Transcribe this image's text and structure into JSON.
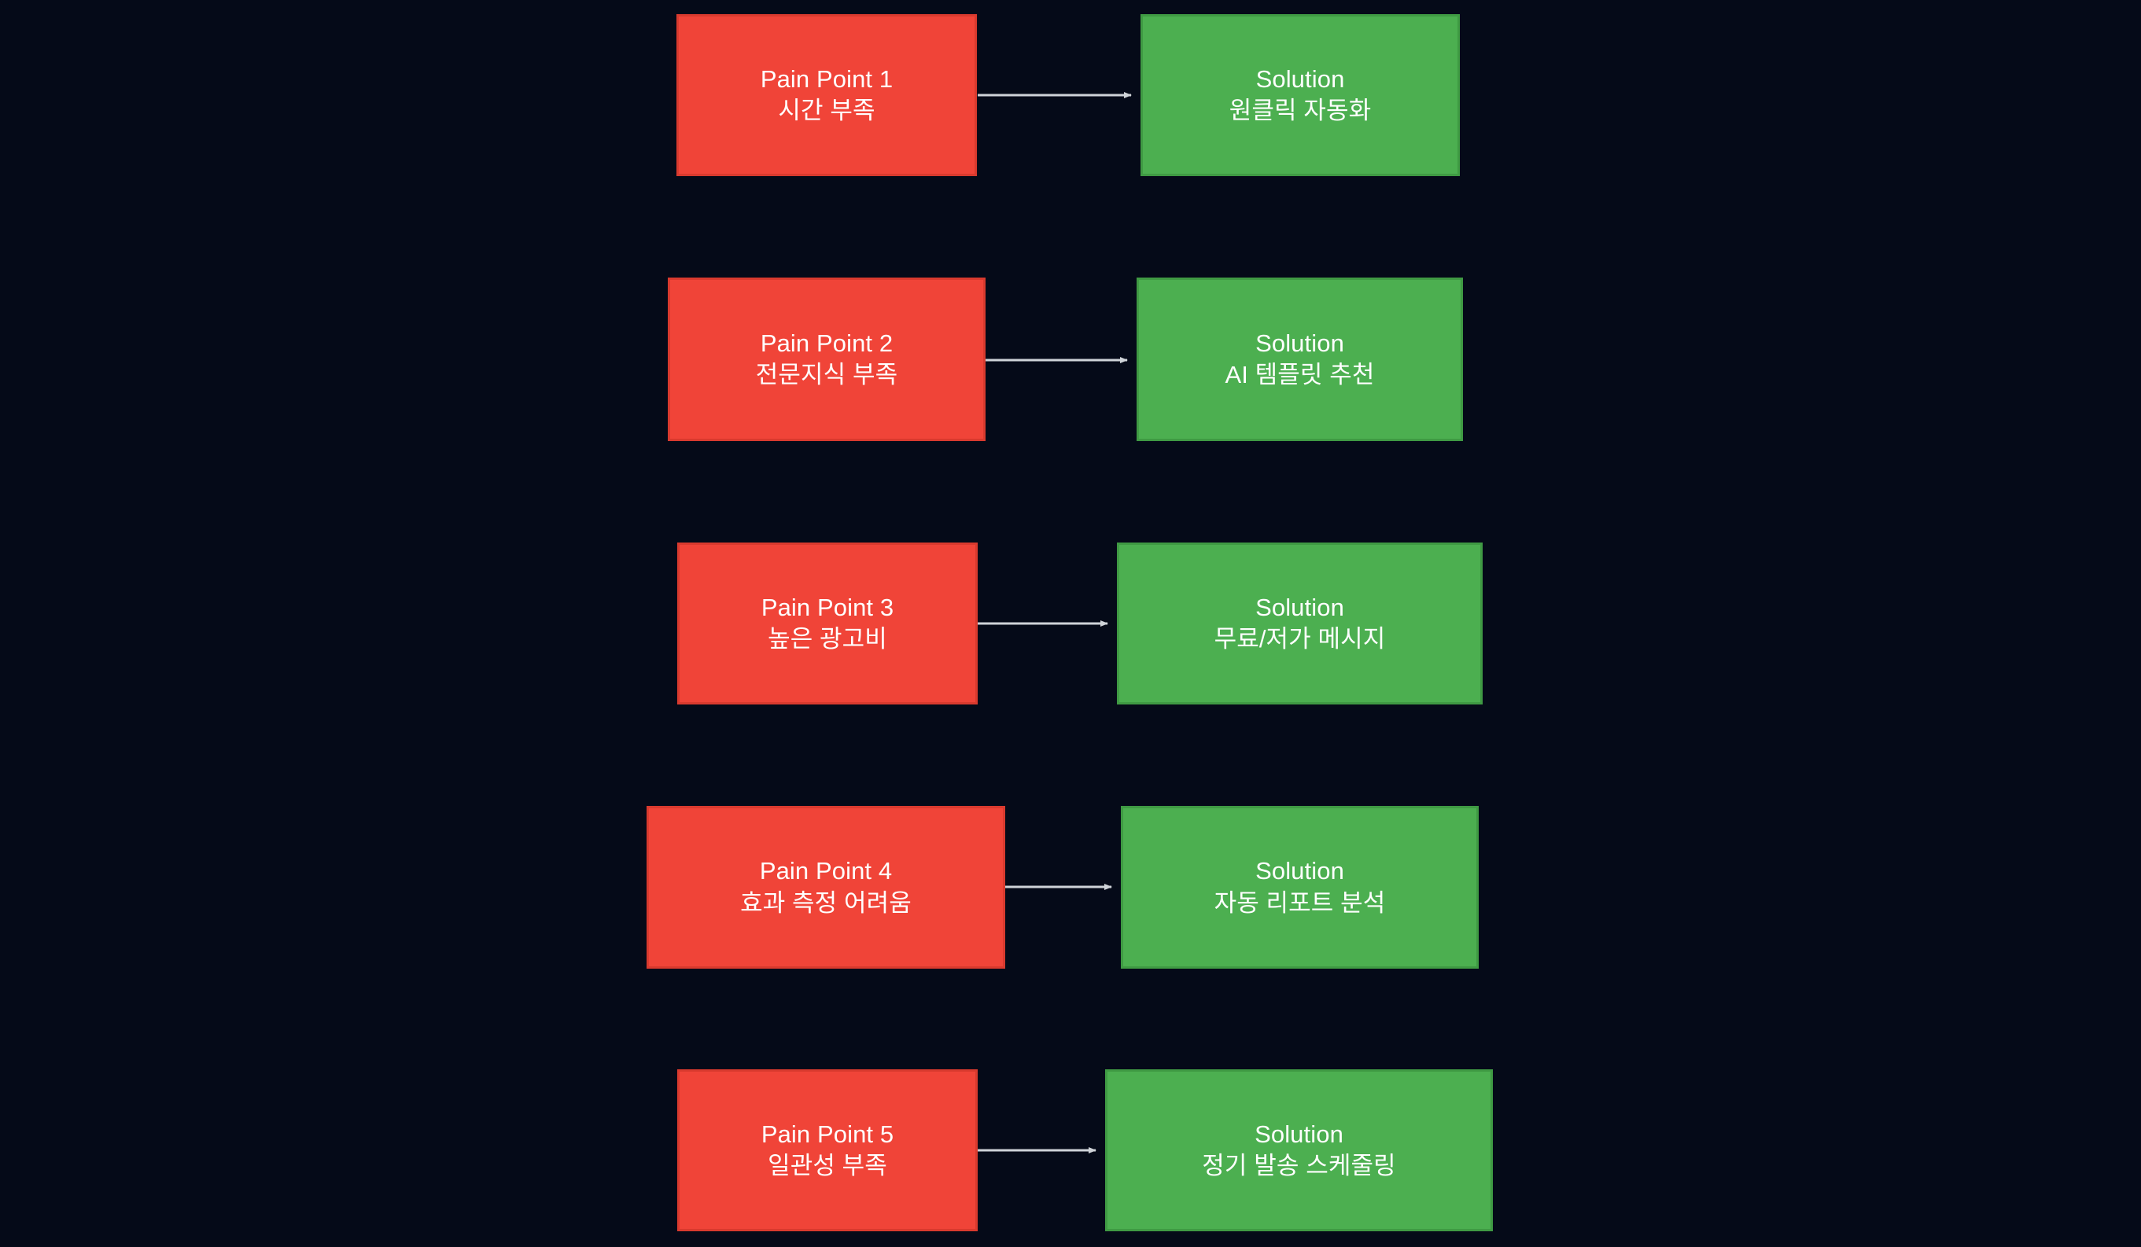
{
  "diagram": {
    "type": "flowchart",
    "direction": "left-to-right pairs stacked vertically",
    "background_color": "#050a18",
    "pain_color": "#f04438",
    "pain_border_color": "#d93a2e",
    "solution_color": "#4caf50",
    "solution_border_color": "#3f9a43",
    "edge_color": "#cfd3d8",
    "text_color": "#ffffff",
    "rows": [
      {
        "pain": {
          "title": "Pain Point 1",
          "detail": "시간 부족"
        },
        "solution": {
          "title": "Solution",
          "detail": "원클릭 자동화"
        }
      },
      {
        "pain": {
          "title": "Pain Point 2",
          "detail": "전문지식 부족"
        },
        "solution": {
          "title": "Solution",
          "detail": "AI 템플릿 추천"
        }
      },
      {
        "pain": {
          "title": "Pain Point 3",
          "detail": "높은 광고비"
        },
        "solution": {
          "title": "Solution",
          "detail": "무료/저가 메시지"
        }
      },
      {
        "pain": {
          "title": "Pain Point 4",
          "detail": "효과 측정 어려움"
        },
        "solution": {
          "title": "Solution",
          "detail": "자동 리포트 분석"
        }
      },
      {
        "pain": {
          "title": "Pain Point 5",
          "detail": "일관성 부족"
        },
        "solution": {
          "title": "Solution",
          "detail": "정기 발송 스케줄링"
        }
      }
    ]
  }
}
